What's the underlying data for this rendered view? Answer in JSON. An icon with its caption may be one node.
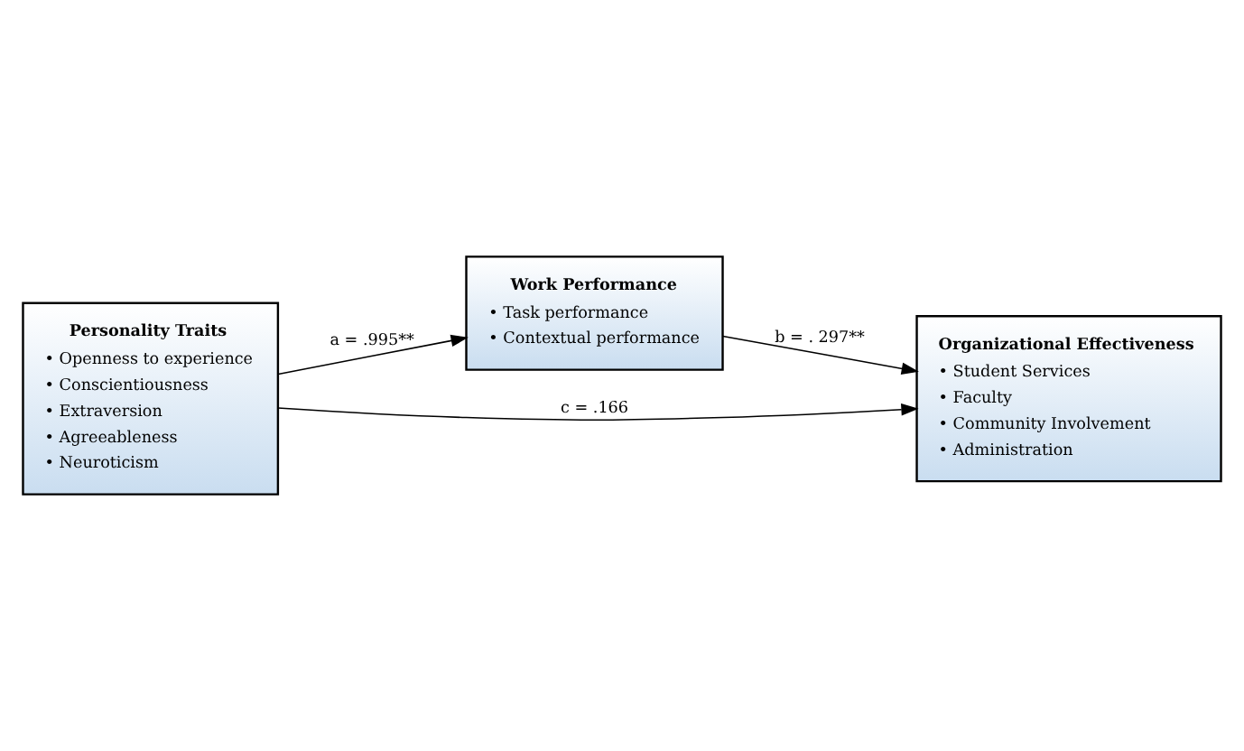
{
  "diagram": {
    "nodes": [
      {
        "text": [
          "Personality Traits",
          "• Openness to experience",
          "• Conscientiousness",
          "• Extraversion",
          "• Agreeableness",
          "• Neuroticism"
        ]
      },
      {
        "text": [
          "Work Performance",
          "• Task performance",
          "• Contextual performance"
        ]
      },
      {
        "text": [
          "Organizational Effectiveness",
          "• Student Services",
          "• Faculty",
          "• Community Involvement",
          "• Administration"
        ]
      }
    ],
    "edges": [
      {
        "from": 0,
        "to": 1,
        "arrow": "to",
        "label": "a = .995**"
      },
      {
        "from": 1,
        "to": 2,
        "arrow": "to",
        "label": "b = . 297**"
      },
      {
        "from": 0,
        "to": 2,
        "arrow": "to",
        "label": "c = .166"
      }
    ]
  }
}
